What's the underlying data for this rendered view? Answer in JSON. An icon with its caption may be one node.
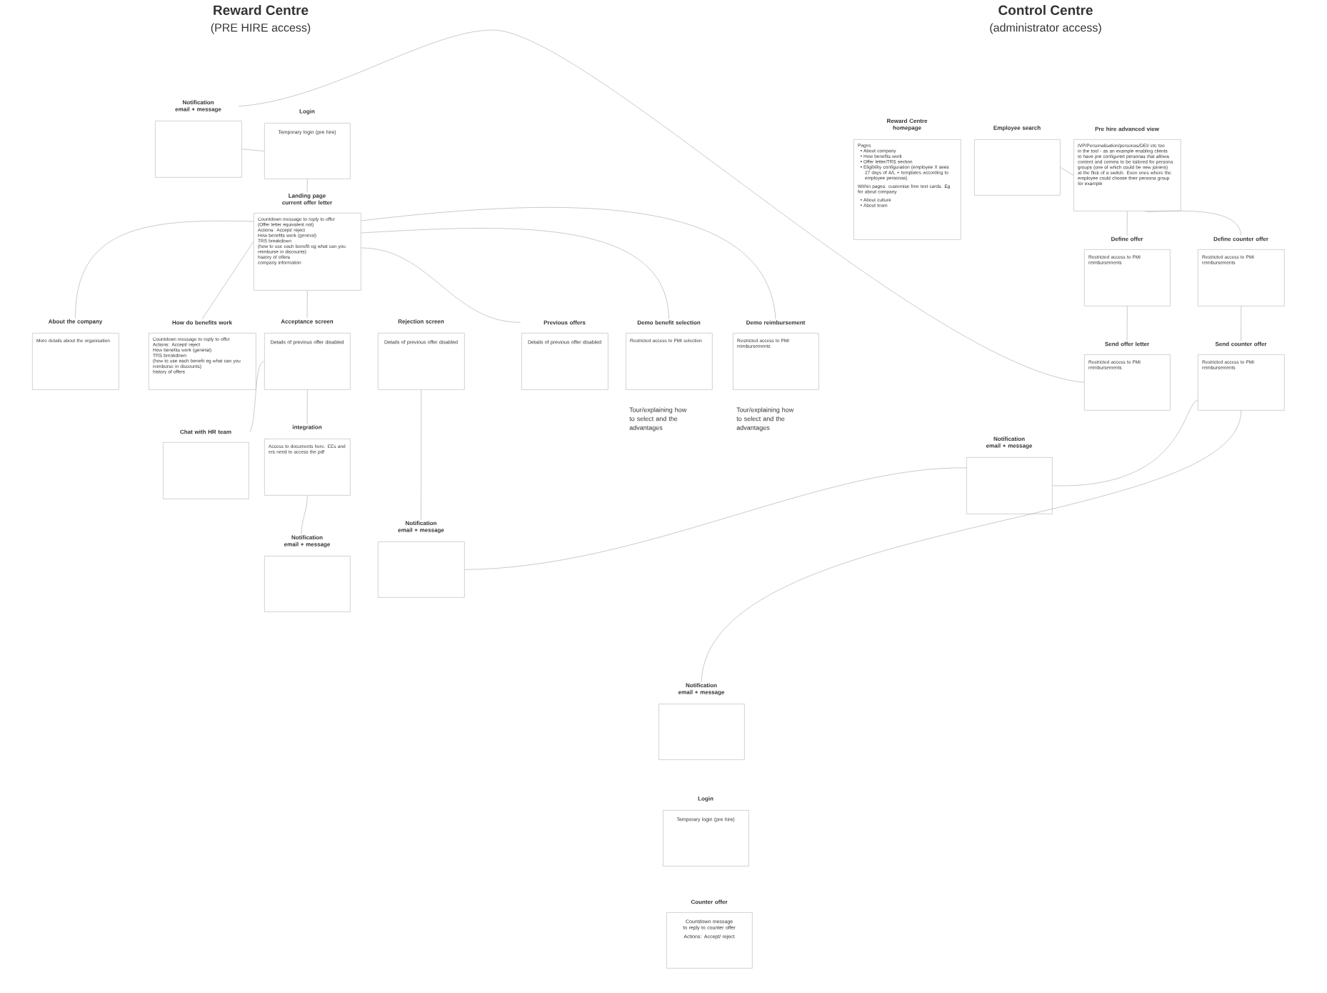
{
  "diagram": {
    "nodes": [
      {
        "text": [
          "Notification email + message"
        ]
      },
      {
        "text": [
          "Login",
          "Temporary login (pre hire)"
        ]
      },
      {
        "text": [
          "Landing page current offer letter",
          "Countdown message to reply to offer",
          "(Offer letter equivalent not)",
          "Actions: Accept/ reject",
          "How benefits work (general)",
          "TRS breakdown",
          "(how to use each benefit eg what can you reimburse in discounts)",
          "history of offers",
          "company information"
        ]
      },
      {
        "text": [
          "About the company",
          "More details about the organisation"
        ]
      },
      {
        "text": [
          "How do benefits work",
          "Countdown message to reply to offer",
          "Actions: Accept/ reject",
          "How benefits work (general)",
          "TRS breakdown",
          "(how to use each benefit eg what can you reimburse in discounts)",
          "history of offers"
        ]
      },
      {
        "text": [
          "Acceptance screen",
          "Details of previous offer disabled"
        ]
      },
      {
        "text": [
          "Rejection screen",
          "Details of previous offer disabled"
        ]
      },
      {
        "text": [
          "Previous offers",
          "Details of previous offer disabled"
        ]
      },
      {
        "text": [
          "Demo benefit selection",
          "Restricted access to PMI selection"
        ],
        "beside": [
          "Tour/explaining how to select and the advantages"
        ]
      },
      {
        "text": [
          "Demo reimbursement",
          "Restricted access to PMI reimbursements"
        ],
        "beside": [
          "Tour/explaining how to select and the advantages"
        ]
      },
      {
        "text": [
          "Chat with HR team"
        ]
      },
      {
        "text": [
          "integration",
          "Access to documents here. EEs and ers need to access the pdf"
        ]
      },
      {
        "text": [
          "Notification email + message"
        ]
      },
      {
        "text": [
          "Notification email + message"
        ]
      },
      {
        "text": [
          "Reward Centre homepage",
          "Pages",
          "About company",
          "How benefits work",
          "Offer letter/TRS section",
          "Eligibility configuration (employee X sees 27 days of A/L + templates according to employee personas)",
          "Within pages: customise free text cards. Eg for about company",
          "About culture",
          "About team"
        ]
      },
      {
        "text": [
          "Employee search"
        ]
      },
      {
        "text": [
          "Pre hire advanced view",
          "IVP/Personalisation/personas/DEI/ etc too in the tool - as an example enabling clients to have pre configured personas that allows content and comms to be tailored for persona groups (one of which could be new joiners) at the flick of a switch. Even ones where the employee could choose their persona group for example"
        ]
      },
      {
        "text": [
          "Define offer",
          "Restricted access to PMI reimbursements"
        ]
      },
      {
        "text": [
          "Define counter offer",
          "Restricted access to PMI reimbursements"
        ]
      },
      {
        "text": [
          "Send offer letter",
          "Restricted access to PMI reimbursements"
        ]
      },
      {
        "text": [
          "Send counter offer",
          "Restricted access to PMI reimbursements"
        ]
      },
      {
        "text": [
          "Notification email + message"
        ]
      },
      {
        "text": [
          "Notification email + message"
        ]
      },
      {
        "text": [
          "Login",
          "Temporary login (pre hire)"
        ]
      },
      {
        "text": [
          "Counter offer",
          "Countdown message to reply to counter offer",
          "Actions: Accept/ reject"
        ]
      }
    ],
    "edges": [
      {
        "from": 0,
        "to": 1,
        "arrow": "none"
      },
      {
        "from": 0,
        "to": 19,
        "arrow": "none"
      },
      {
        "from": 1,
        "to": 2,
        "arrow": "none"
      },
      {
        "from": 2,
        "to": 3,
        "arrow": "none"
      },
      {
        "from": 2,
        "to": 4,
        "arrow": "none"
      },
      {
        "from": 2,
        "to": 5,
        "arrow": "none"
      },
      {
        "from": 2,
        "to": 7,
        "arrow": "none"
      },
      {
        "from": 2,
        "to": 8,
        "arrow": "none"
      },
      {
        "from": 2,
        "to": 9,
        "arrow": "none"
      },
      {
        "from": 5,
        "to": 10,
        "arrow": "none"
      },
      {
        "from": 5,
        "to": 11,
        "arrow": "none"
      },
      {
        "from": 11,
        "to": 12,
        "arrow": "none"
      },
      {
        "from": 6,
        "to": 13,
        "arrow": "none"
      },
      {
        "from": 13,
        "to": 21,
        "arrow": "none"
      },
      {
        "from": 21,
        "to": 20,
        "arrow": "none"
      },
      {
        "from": 20,
        "to": 22,
        "arrow": "none"
      },
      {
        "from": 15,
        "to": 16,
        "arrow": "none"
      },
      {
        "from": 16,
        "to": 17,
        "arrow": "none"
      },
      {
        "from": 16,
        "to": 18,
        "arrow": "none"
      },
      {
        "from": 17,
        "to": 19,
        "arrow": "none"
      },
      {
        "from": 18,
        "to": 20,
        "arrow": "none"
      }
    ],
    "labels": [
      "Reward Centre",
      "(PRE HIRE access)",
      "Control Centre",
      "(administrator access)"
    ]
  }
}
